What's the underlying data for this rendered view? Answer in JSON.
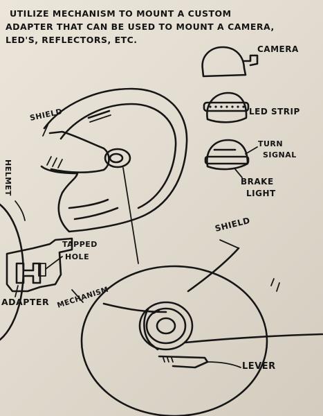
{
  "title": {
    "line1": "UTILIZE MECHANISM TO MOUNT A CUSTOM",
    "line2": "ADAPTER THAT CAN BE USED TO MOUNT A CAMERA,",
    "line3": "LED'S, REFLECTORS, ETC."
  },
  "labels": {
    "camera": "CAMERA",
    "led_strip": "LED STRIP",
    "turn_signal_1": "TURN",
    "turn_signal_2": "SIGNAL",
    "brake_light_1": "BRAKE",
    "brake_light_2": "LIGHT",
    "shield_top": "SHIELD",
    "shield_bottom": "SHIELD",
    "helmet": "HELMET",
    "tapped_hole_1": "TAPPED",
    "tapped_hole_2": "HOLE",
    "adapter": "ADAPTER",
    "mechanism": "MECHANISM",
    "lever": "LEVER"
  },
  "colors": {
    "ink": "#161616",
    "paper": "#e8e2d6"
  }
}
